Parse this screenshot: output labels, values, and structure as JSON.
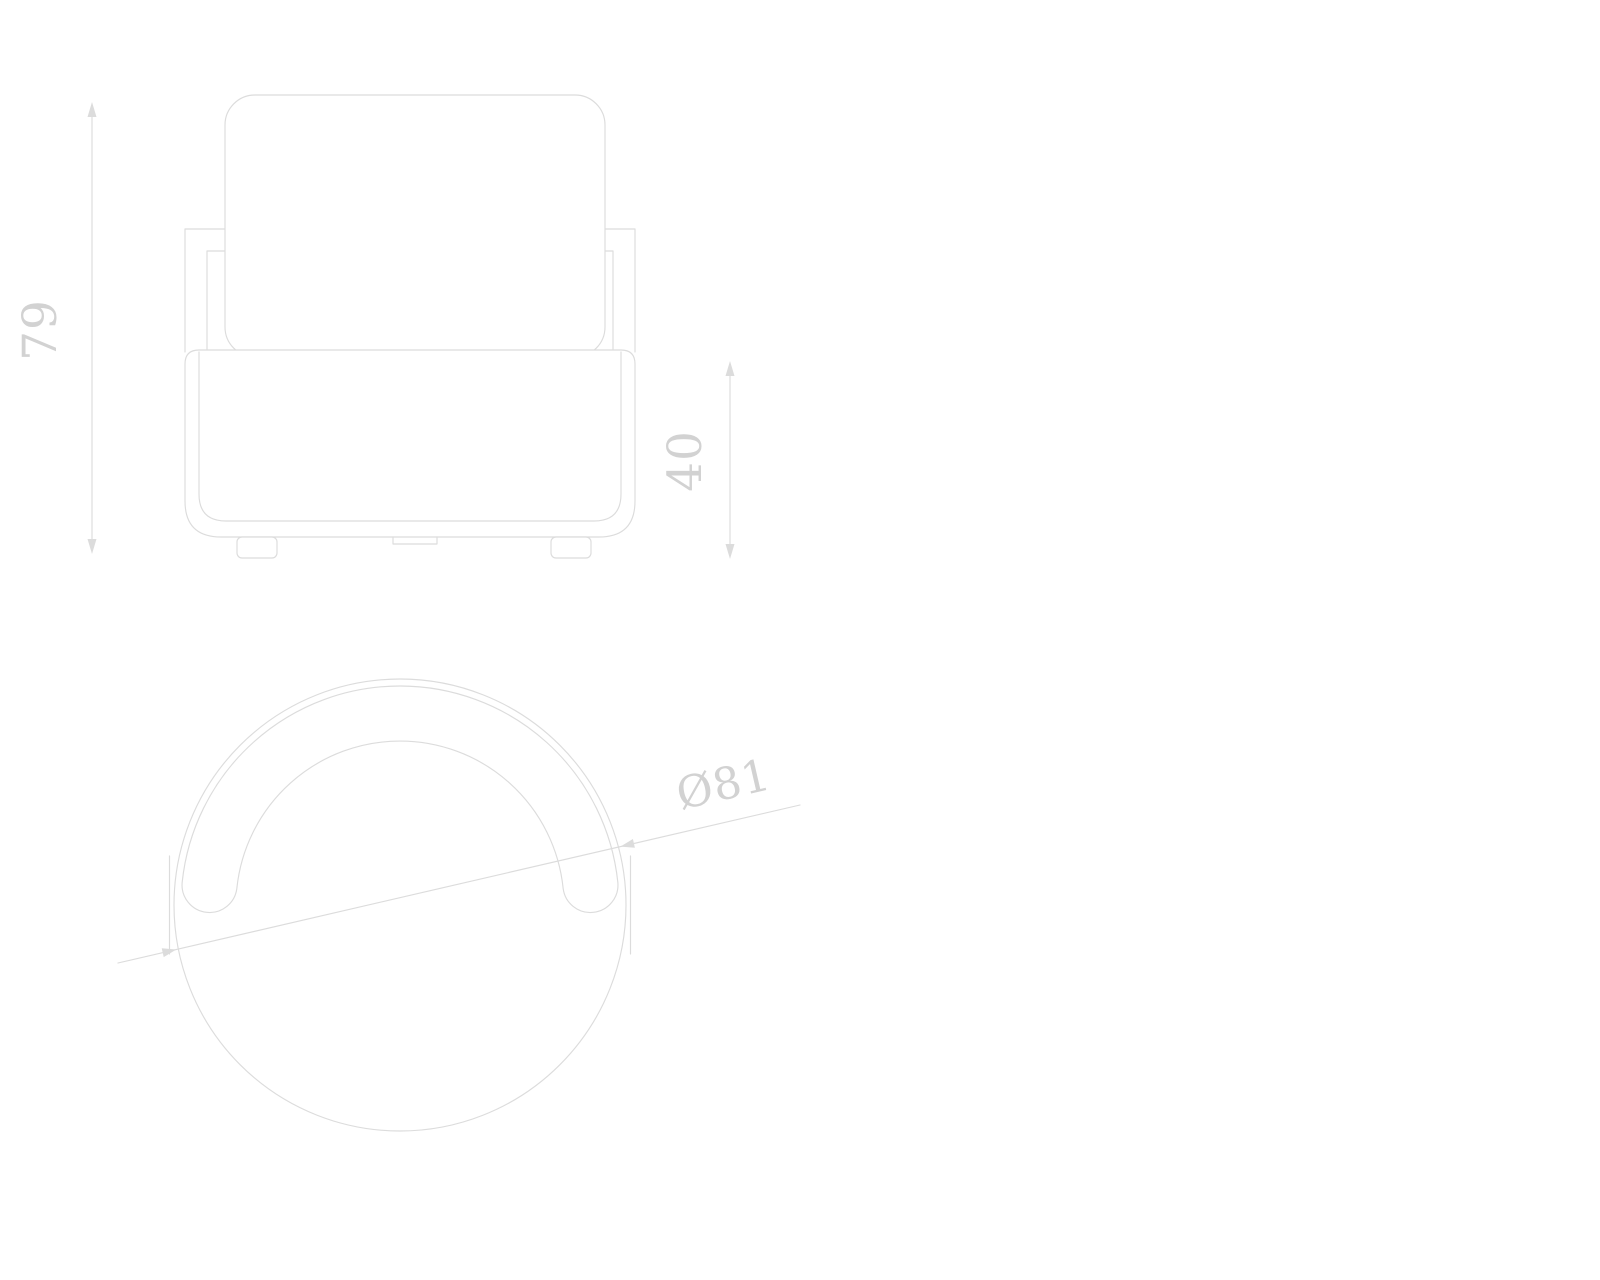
{
  "drawing": {
    "kind": "technical-drawing",
    "subject": "armchair",
    "line_color": "#dcdcdc",
    "text_color": "#d2d2d2",
    "dimensions": {
      "front_height": {
        "label": "79",
        "value": 79
      },
      "seat_height": {
        "label": "40",
        "value": 40
      },
      "plan_diameter": {
        "label": "Ø81",
        "value": 81
      }
    }
  }
}
